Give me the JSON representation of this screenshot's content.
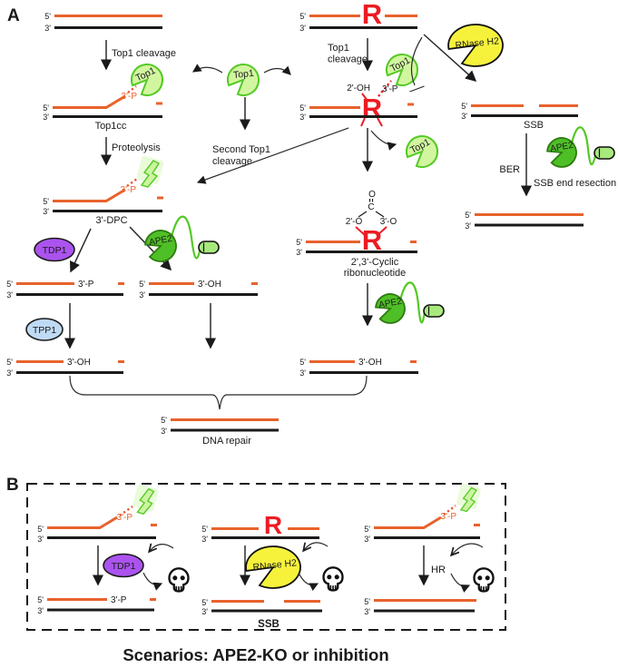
{
  "colors": {
    "orange_strand": "#E8622D",
    "red_ribonucleotide": "#EC1B23",
    "black_strand": "#1A1A1A",
    "top1_fill": "#D2F6A0",
    "top1_stroke": "#55C925",
    "ape2_fill": "#4FBF27",
    "capsule_fill": "#A8E97D",
    "rnaseh2_fill": "#F6F23C",
    "tdp1_fill": "#AB53EE",
    "tpp1_fill": "#BFDAF3"
  },
  "strand": {
    "five": "5'",
    "three": "3'"
  },
  "panelA": {
    "label": "A",
    "r": "R",
    "top1_cleavage": "Top1 cleavage",
    "top1_word": "Top1",
    "cleavage_word": "cleavage",
    "proteolysis": "Proteolysis",
    "top1cc": "Top1cc",
    "dpc": "3'-DPC",
    "second_top1": "Second Top1",
    "p3": "3'-P",
    "oh3": "3'-OH",
    "oh2": "2'-OH",
    "o": "O",
    "c": "C",
    "o2": "2'-O",
    "o3": "3'-O",
    "cyclic1": "2',3'-Cyclic",
    "cyclic2": "ribonucleotide",
    "tdp1": "TDP1",
    "tpp1": "TPP1",
    "ape2": "APE2",
    "rnaseh2": "RNase H2",
    "ber": "BER",
    "ssb": "SSB",
    "ssb_end_resection": "SSB end resection",
    "dna_repair": "DNA repair"
  },
  "panelB": {
    "label": "B",
    "r": "R",
    "p3": "3'-P",
    "tdp1": "TDP1",
    "rnaseh2": "RNase H2",
    "hr": "HR",
    "ssb": "SSB"
  },
  "caption": "Scenarios: APE2-KO or inhibition"
}
